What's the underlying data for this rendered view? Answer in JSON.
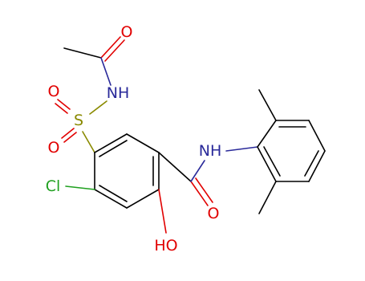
{
  "molecule": {
    "atoms": {
      "o_acetyl": "O",
      "nh_sulfonamide": "NH",
      "o_sulfonyl_top": "O",
      "s_sulfonyl": "S",
      "o_sulfonyl_bottom": "O",
      "nh_amide": "NH",
      "cl": "Cl",
      "o_amide": "O",
      "oh": "HO"
    },
    "colors": {
      "oxygen": "#e10000",
      "nitrogen": "#2a2a9a",
      "sulfur": "#8a8a00",
      "chlorine": "#1fa01f",
      "carbon": "#000000"
    }
  }
}
